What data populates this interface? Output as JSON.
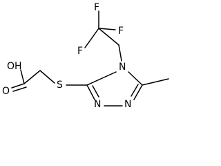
{
  "molecule": {
    "atoms": {
      "f1": "F",
      "f2": "F",
      "f3": "F",
      "n4": "N",
      "n1": "N",
      "n2": "N",
      "s": "S",
      "oh": "OH",
      "o": "O"
    }
  }
}
